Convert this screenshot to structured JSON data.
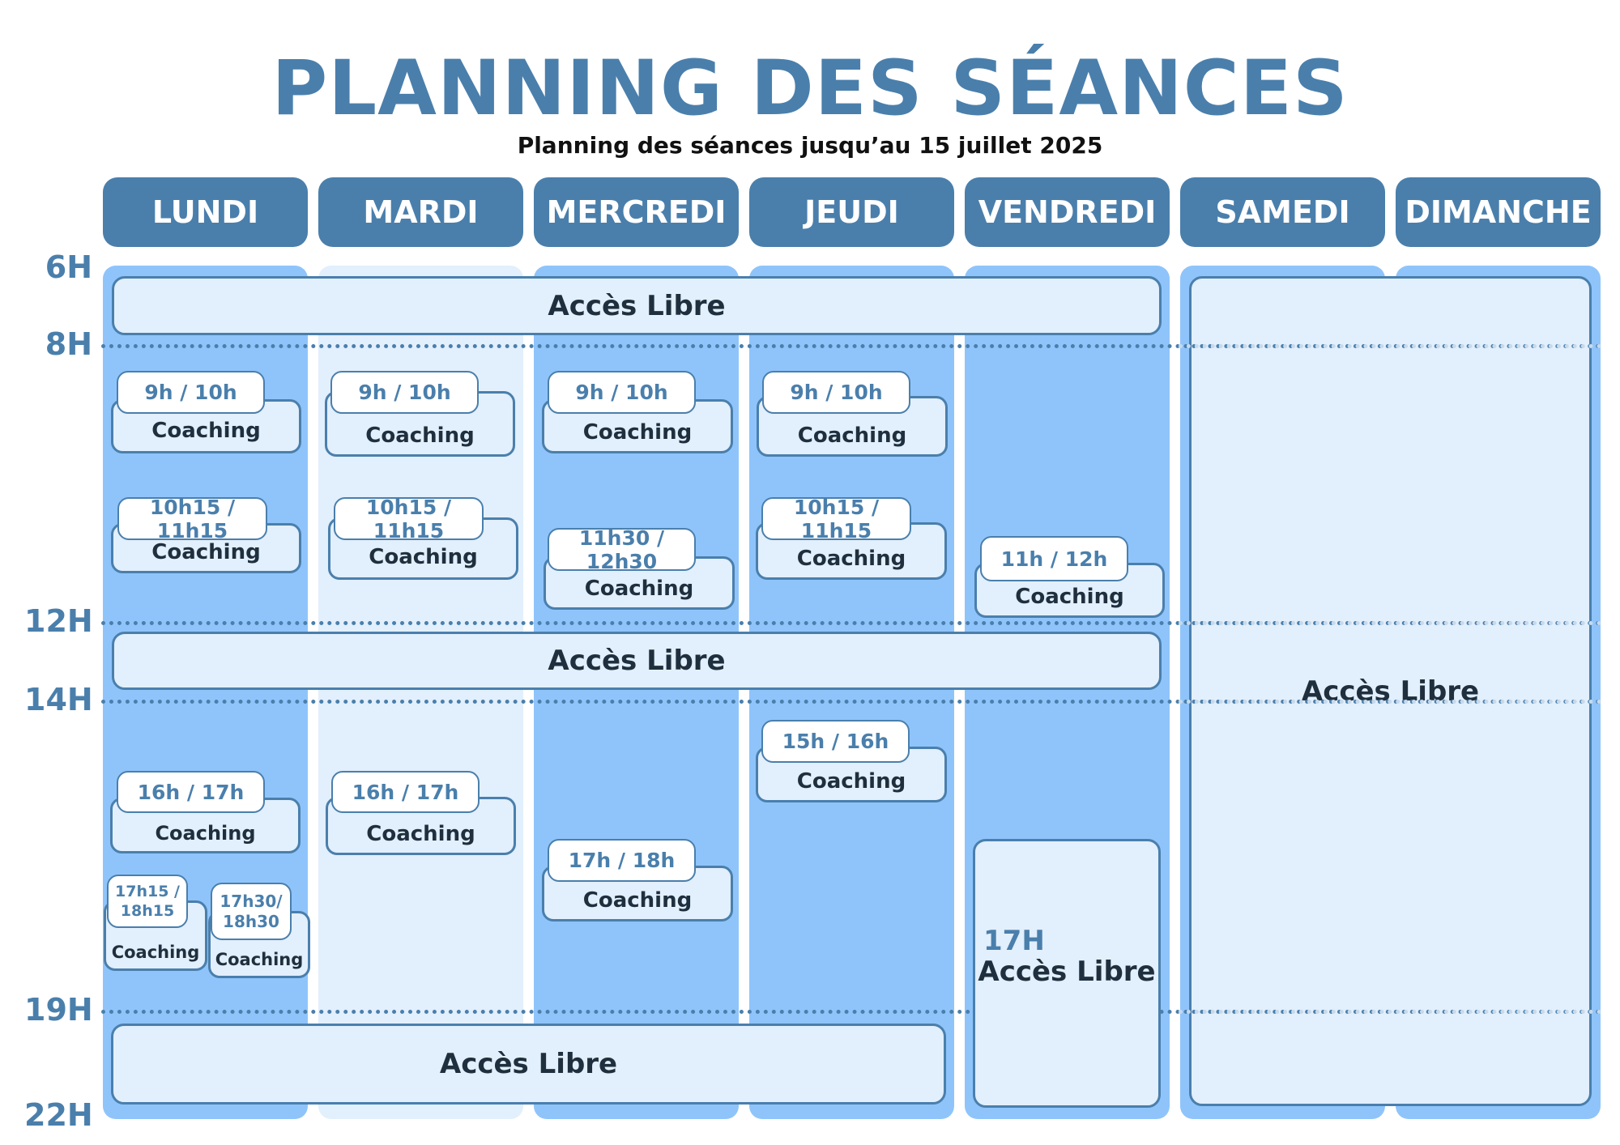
{
  "header": {
    "title": "PLANNING DES SÉANCES",
    "subtitle": "Planning des séances jusqu’au 15 juillet 2025"
  },
  "days": [
    "LUNDI",
    "MARDI",
    "MERCREDI",
    "JEUDI",
    "VENDREDI",
    "SAMEDI",
    "DIMANCHE"
  ],
  "hours": [
    "6H",
    "8H",
    "12H",
    "14H",
    "19H",
    "22H"
  ],
  "free_access": {
    "label": "Accès Libre",
    "friday_evening_time": "17H"
  },
  "sessions": [
    {
      "time": "9h / 10h",
      "label": "Coaching"
    },
    {
      "time": "10h15 / 11h15",
      "label": "Coaching"
    },
    {
      "time": "16h / 17h",
      "label": "Coaching"
    },
    {
      "time": "17h15 / 18h15",
      "label": "Coaching"
    },
    {
      "time": "17h30/ 18h30",
      "label": "Coaching"
    },
    {
      "time": "9h / 10h",
      "label": "Coaching"
    },
    {
      "time": "10h15 / 11h15",
      "label": "Coaching"
    },
    {
      "time": "16h / 17h",
      "label": "Coaching"
    },
    {
      "time": "9h / 10h",
      "label": "Coaching"
    },
    {
      "time": "11h30 / 12h30",
      "label": "Coaching"
    },
    {
      "time": "17h / 18h",
      "label": "Coaching"
    },
    {
      "time": "9h / 10h",
      "label": "Coaching"
    },
    {
      "time": "10h15 / 11h15",
      "label": "Coaching"
    },
    {
      "time": "15h / 16h",
      "label": "Coaching"
    },
    {
      "time": "11h / 12h",
      "label": "Coaching"
    }
  ]
}
